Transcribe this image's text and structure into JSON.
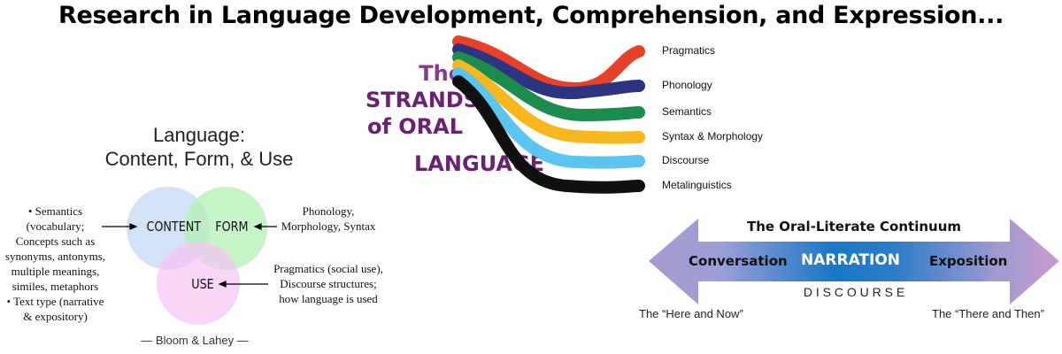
{
  "title": "Research in Language Development, Comprehension, and Expression...",
  "venn": {
    "heading_line1": "Language:",
    "heading_line2": "Content, Form, & Use",
    "circles": {
      "content": "CONTENT",
      "form": "FORM",
      "use": "USE"
    },
    "content_note": [
      "• Semantics (vocabulary;",
      "Concepts such as",
      "synonyms, antonyms,",
      "multiple meanings,",
      "similes, metaphors",
      "• Text type (narrative",
      "& expository)"
    ],
    "form_note": [
      "Phonology,",
      "Morphology, Syntax"
    ],
    "use_note": [
      "Pragmatics (social use),",
      "Discourse structures;",
      "how language is used"
    ],
    "credit": "— Bloom & Lahey —",
    "colors": {
      "content": "#c9dbf2",
      "form": "#b4f0b4",
      "use": "#f5c4f5"
    }
  },
  "strands": {
    "title_lines": [
      "The",
      "STRANDS",
      "of ORAL",
      "LANGUAGE"
    ],
    "items": [
      {
        "label": "Pragmatics",
        "color": "#e8412a"
      },
      {
        "label": "Phonology",
        "color": "#2c3480"
      },
      {
        "label": "Semantics",
        "color": "#1b8c4b"
      },
      {
        "label": "Syntax & Morphology",
        "color": "#f7b81e"
      },
      {
        "label": "Discourse",
        "color": "#5cc5ef"
      },
      {
        "label": "Metalinguistics",
        "color": "#111111"
      }
    ]
  },
  "continuum": {
    "title": "The Oral-Literate Continuum",
    "left": "Conversation",
    "center": "NARRATION",
    "right": "Exposition",
    "axis": "D I S C O U R S E",
    "left_caption": "The “Here and Now”",
    "right_caption": "The “There and Then”"
  }
}
